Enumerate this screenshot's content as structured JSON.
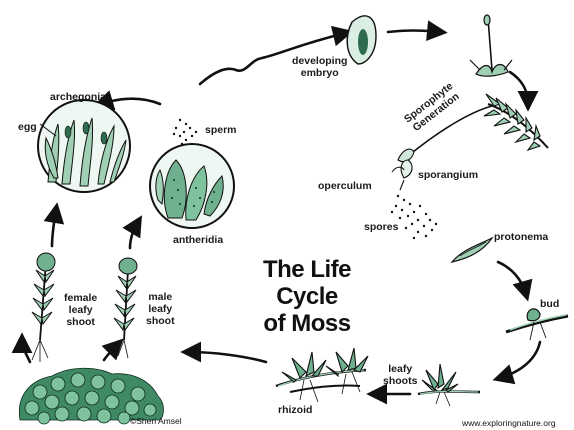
{
  "title_line1": "The Life Cycle",
  "title_line2": "of Moss",
  "labels": {
    "developing_embryo": "developing\nembryo",
    "sporophyte_generation": "Sporophyte\nGeneration",
    "archegonia": "archegonia",
    "egg": "egg",
    "sperm": "sperm",
    "antheridia": "antheridia",
    "operculum": "operculum",
    "sporangium": "sporangium",
    "spores": "spores",
    "protonema": "protonema",
    "bud": "bud",
    "leafy_shoots": "leafy\nshoots",
    "rhizoid": "rhizoid",
    "female_leafy_shoot": "female\nleafy\nshoot",
    "male_leafy_shoot": "male\nleafy\nshoot"
  },
  "credits": {
    "author": "©Sheri Amsel",
    "site": "www.exploringnature.org"
  },
  "colors": {
    "moss_green": "#6fb08f",
    "moss_dark": "#2f6b4e",
    "ink": "#111111"
  }
}
